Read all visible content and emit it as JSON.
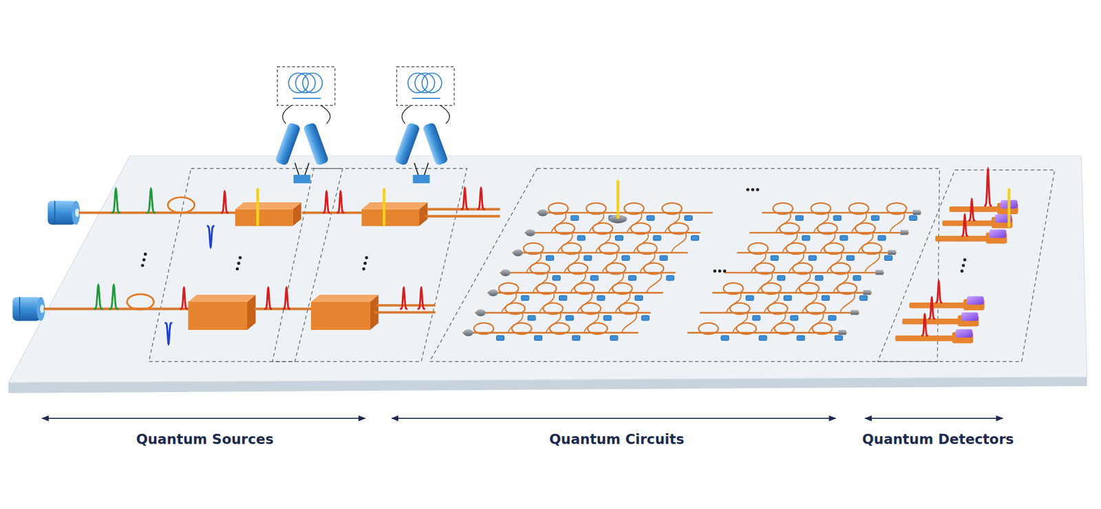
{
  "diagram": {
    "labels": [
      "Quantum Sources",
      "Quantum Circuits",
      "Quantum Detectors"
    ]
  }
}
